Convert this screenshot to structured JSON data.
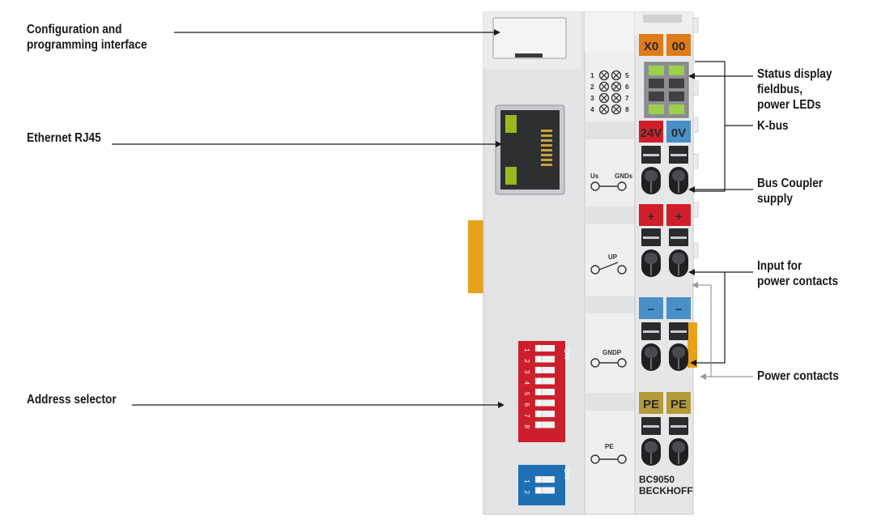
{
  "callouts": {
    "config_interface": "Configuration and\nprogramming interface",
    "ethernet": "Ethernet RJ45",
    "address_selector": "Address selector",
    "status_display": "Status display\nfieldbus,\npower LEDs",
    "kbus": "K-bus",
    "bus_coupler_supply": "Bus Coupler\nsupply",
    "input_power_contacts": "Input for\npower contacts",
    "power_contacts": "Power contacts"
  },
  "terminal_labels": {
    "x0": "X0",
    "o0": "00",
    "v24": "24V",
    "v0": "0V",
    "plus": "+",
    "minus": "−",
    "pe": "PE"
  },
  "led_labels": {
    "l1": "1",
    "l2": "2",
    "l3": "3",
    "l4": "4",
    "l5": "5",
    "l6": "6",
    "l7": "7",
    "l8": "8"
  },
  "front_labels": {
    "us": "Us",
    "gnds": "GNDs",
    "up": "UP",
    "gndp": "GNDP",
    "pe": "PE"
  },
  "dip_address": {
    "on_label": "ON",
    "switches": [
      "1",
      "2",
      "3",
      "4",
      "5",
      "6",
      "7",
      "8"
    ]
  },
  "dip_small": {
    "on_label": "ON",
    "switches": [
      "1",
      "2"
    ]
  },
  "model": "BC9050",
  "brand": "BECKHOFF",
  "colors": {
    "orange_terminal": "#e07b1a",
    "red_terminal": "#d01f2a",
    "blue_terminal": "#4a90c8",
    "pe_terminal": "#b49a3a",
    "dip_red": "#cc1f2b",
    "dip_blue": "#1f6fb5",
    "rail_yellow": "#e8a21a",
    "housing": "#e3e4e6"
  }
}
